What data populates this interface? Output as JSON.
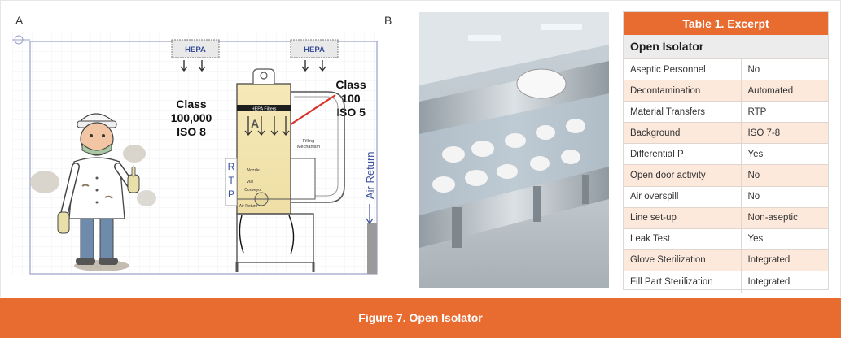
{
  "panels": {
    "a_letter": "A",
    "b_letter": "B"
  },
  "schematic": {
    "hepa_left": "HEPA",
    "hepa_right": "HEPA",
    "class_outer": [
      "Class",
      "100,000",
      "ISO 8"
    ],
    "class_inner": [
      "Class",
      "100",
      "ISO 5"
    ],
    "hepa_filters": "HEPA Filters",
    "zone_letter": "A",
    "filling_mechanism": [
      "Filling",
      "Mechanism"
    ],
    "rtp": [
      "R",
      "T",
      "P"
    ],
    "nozzle": "Nozzle",
    "vial": "Vial",
    "conveyor": "Conveyor",
    "air_return_small": "Air Return",
    "air_return": "Air Return"
  },
  "table": {
    "title": "Table 1. Excerpt",
    "subtitle": "Open Isolator",
    "rows": [
      {
        "label": "Aseptic Personnel",
        "value": "No"
      },
      {
        "label": "Decontamination",
        "value": "Automated"
      },
      {
        "label": "Material Transfers",
        "value": "RTP"
      },
      {
        "label": "Background",
        "value": "ISO 7-8"
      },
      {
        "label": "Differential P",
        "value": "Yes"
      },
      {
        "label": "Open door activity",
        "value": "No"
      },
      {
        "label": "Air overspill",
        "value": "No"
      },
      {
        "label": "Line set-up",
        "value": "Non-aseptic"
      },
      {
        "label": "Leak Test",
        "value": "Yes"
      },
      {
        "label": "Glove Sterilization",
        "value": "Integrated"
      },
      {
        "label": "Fill Part Sterilization",
        "value": "Integrated"
      }
    ]
  },
  "caption": "Figure 7. Open Isolator",
  "colors": {
    "accent": "#e86b30",
    "row_alt": "#fde9dc",
    "hepa_text": "#3a4f9a",
    "arrow_red": "#d9342b"
  }
}
